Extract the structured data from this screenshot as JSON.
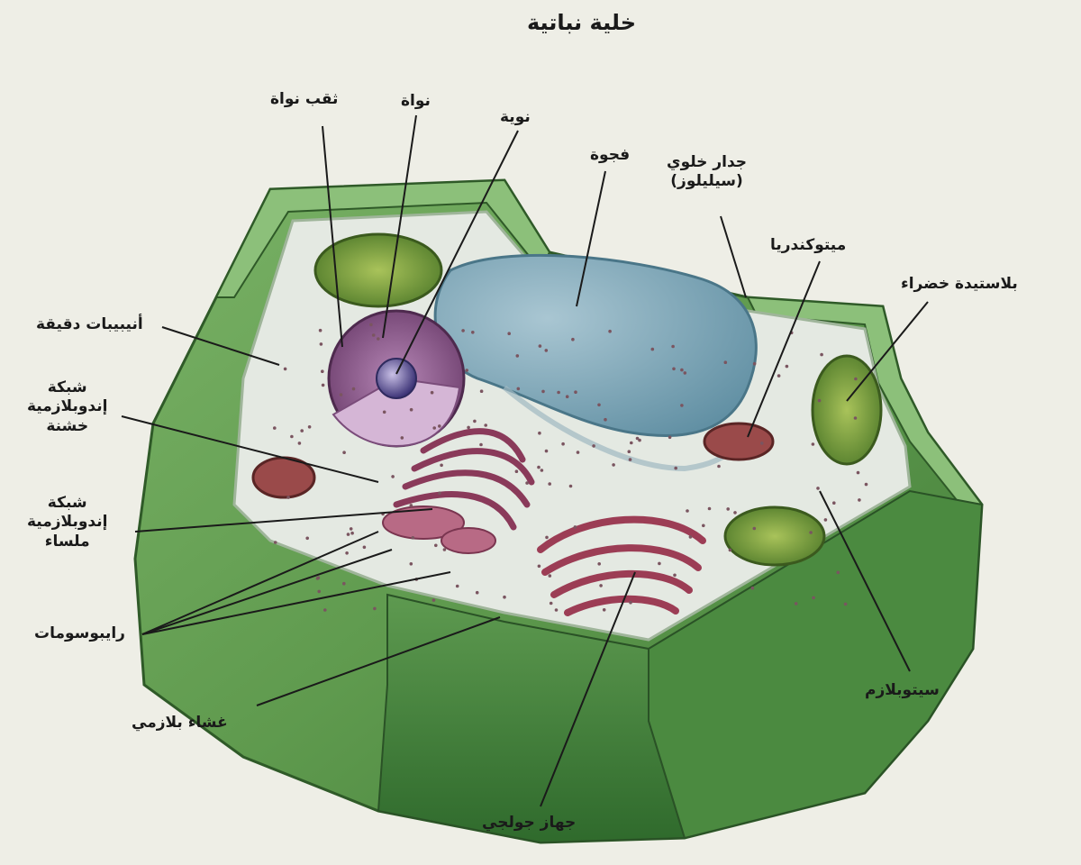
{
  "title": "خلية نباتية",
  "labels": {
    "nuclear_pore": "ثقب نواة",
    "nucleus": "نواة",
    "nucleolus": "نوية",
    "vacuole": "فجوة",
    "cell_wall": "جدار خلوي\n(سيليلوز)",
    "mitochondria": "ميتوكندريا",
    "chloroplast": "بلاستيدة خضراء",
    "microtubules": "أنيبيبات دقيقة",
    "rough_er": "شبكة\nإندوبلازمية\nخشنة",
    "smooth_er": "شبكة\nإندوبلازمية\nملساء",
    "ribosomes": "رايبوسومات",
    "plasma_membrane": "غشاء بلازمي",
    "golgi": "جهاز جولجي",
    "cytoplasm": "سيتوبلازم"
  },
  "colors": {
    "wall": "#5f9a4e",
    "wall_dark": "#3f7a36",
    "cytoplasm": "#e8ece6",
    "vacuole": "#7fa6b6",
    "nucleus": "#8a5a86",
    "er": "#9c4d6a",
    "chloroplast": "#7d9a3e",
    "mitochondria": "#8a3a3a",
    "leader": "#1a1a1a"
  }
}
